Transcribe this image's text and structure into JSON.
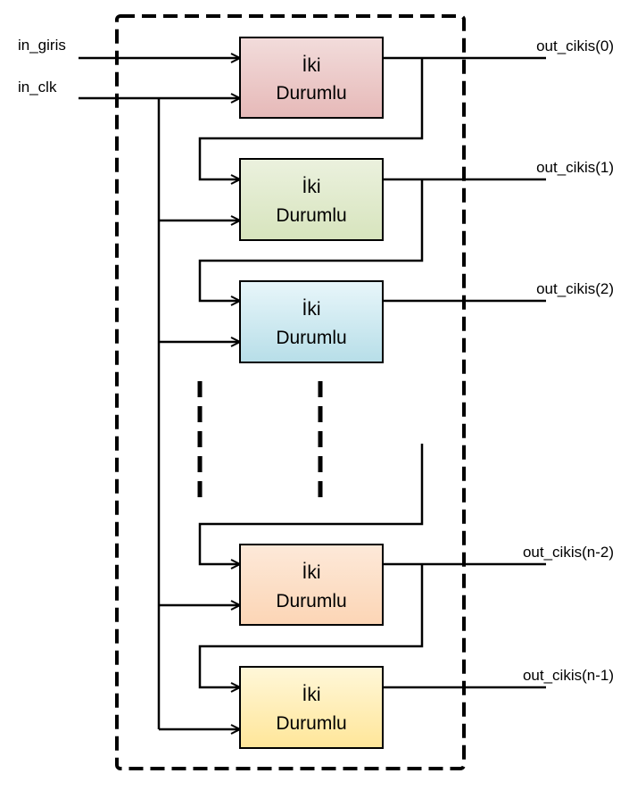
{
  "inputs": {
    "data": "in_giris",
    "clock": "in_clk"
  },
  "block_line1": "İki",
  "block_line2": "Durumlu",
  "blocks": [
    {
      "output_label": "out_cikis(0)",
      "fill_top": "#f2dcdb",
      "fill_bottom": "#e6b9b8"
    },
    {
      "output_label": "out_cikis(1)",
      "fill_top": "#ebf1de",
      "fill_bottom": "#d7e4bd"
    },
    {
      "output_label": "out_cikis(2)",
      "fill_top": "#e8f6fa",
      "fill_bottom": "#b7dee8"
    },
    {
      "output_label": "out_cikis(n-2)",
      "fill_top": "#fde9d9",
      "fill_bottom": "#fcd5b5"
    },
    {
      "output_label": "out_cikis(n-1)",
      "fill_top": "#fff7d9",
      "fill_bottom": "#ffe699"
    }
  ],
  "colors": {
    "line": "#000000",
    "border": "#000000",
    "box_border": "#000000"
  }
}
